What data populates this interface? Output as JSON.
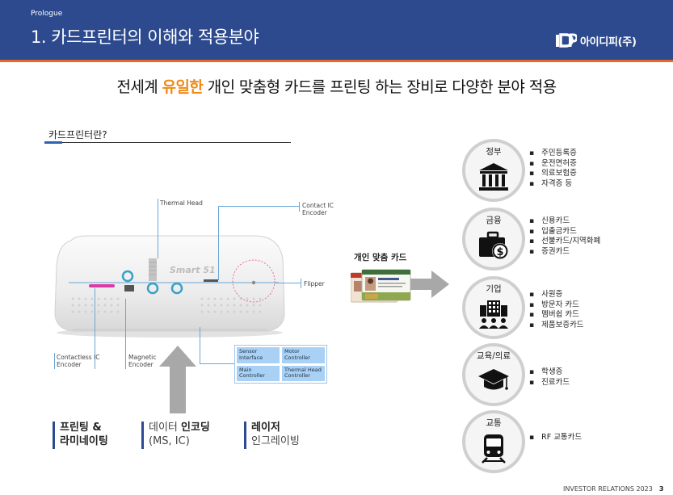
{
  "header": {
    "prologue": "Prologue",
    "title": "1. 카드프린터의 이해와 적용분야",
    "brand": "아이디피(주)"
  },
  "headline": {
    "pre": "전세계 ",
    "highlight": "유일한",
    "post": " 개인 맞춤형 카드를 프린팅 하는 장비로 다양한 분야 적용"
  },
  "section_title": "카드프린터란?",
  "printer": {
    "labels": {
      "thermal_head": "Thermal Head",
      "contact_ic": [
        "Contact IC",
        "Encoder"
      ],
      "flipper": "Flipper",
      "contactless_ic": [
        "Contactless IC",
        "Encoder"
      ],
      "magnetic": [
        "Magnetic",
        "Encoder"
      ]
    },
    "controllers": [
      [
        "Sensor",
        "Interface"
      ],
      [
        "Motor",
        "Controller"
      ],
      [
        "Main",
        "Controller"
      ],
      [
        "Thermal Head",
        "Controller"
      ]
    ]
  },
  "capabilities": [
    {
      "line1": "프린팅 &",
      "line2": "라미네이팅"
    },
    {
      "line1_a": "데이터 ",
      "line1_b": "인코딩",
      "line2": "(MS, IC)"
    },
    {
      "line1": "레이저",
      "line2": "인그레이빙"
    }
  ],
  "card": {
    "title": "개인 맞춤 카드"
  },
  "categories": [
    {
      "label": "정부",
      "icon": "government-building-icon",
      "items": [
        "주민등록증",
        "운전면허증",
        "의료보험증",
        "자격증 등"
      ]
    },
    {
      "label": "금융",
      "icon": "money-briefcase-icon",
      "items": [
        "신용카드",
        "입출금카드",
        "선불카드/지역화폐",
        "증권카드"
      ]
    },
    {
      "label": "기업",
      "icon": "office-people-icon",
      "items": [
        "사원증",
        "방문자 카드",
        "멤버쉽 카드",
        "제품보증카드"
      ]
    },
    {
      "label": "교육/의료",
      "icon": "graduation-cap-icon",
      "items": [
        "학생증",
        "진료카드"
      ]
    },
    {
      "label": "교통",
      "icon": "train-icon",
      "items": [
        "RF 교통카드"
      ]
    }
  ],
  "footer": {
    "text": "INVESTOR RELATIONS 2023",
    "page": "3"
  },
  "colors": {
    "header": "#2d4a8f",
    "stripe": "#e26a2c",
    "highlight": "#ef8b18",
    "callout_line": "#6aa6d6",
    "controller": "#a9d0f5"
  }
}
